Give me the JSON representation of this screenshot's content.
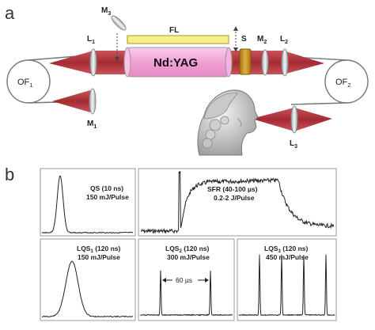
{
  "panel_a": {
    "label": "a",
    "crystal": "Nd:YAG",
    "flashlamp": "FL",
    "components": {
      "of1_main": "OF",
      "of1_sub": "1",
      "of2_main": "OF",
      "of2_sub": "2",
      "l1_main": "L",
      "l1_sub": "1",
      "l2_main": "L",
      "l2_sub": "2",
      "l3_main": "L",
      "l3_sub": "3",
      "m1_main": "M",
      "m1_sub": "1",
      "m2_main": "M",
      "m2_sub": "2",
      "m3_main": "M",
      "m3_sub": "3",
      "shutter": "S"
    }
  },
  "panel_b": {
    "label": "b",
    "plots": [
      {
        "line1": "QS (10 ns)",
        "line2": "150 mJ/Pulse"
      },
      {
        "line1": "SFR (40-100 µs)",
        "line2": "0.2-2 J/Pulse"
      },
      {
        "line1_main": "LQS",
        "line1_sub": "1",
        "line1_rest": " (120 ns)",
        "line2": "150 mJ/Pulse"
      },
      {
        "line1_main": "LQS",
        "line1_sub": "2",
        "line1_rest": " (120 ns)",
        "line2": "300 mJ/Pulse",
        "spacing": "60 µs"
      },
      {
        "line1_main": "LQS",
        "line1_sub": "3",
        "line1_rest": " (120 ns)",
        "line2": "450 mJ/Pulse"
      }
    ]
  },
  "colors": {
    "beam": "#b3343c",
    "rod": "#f2a6d8",
    "flashlamp": "#f5f08a",
    "shutter": "#c8921c",
    "optics": "#d9dde3",
    "trace": "#222222"
  }
}
